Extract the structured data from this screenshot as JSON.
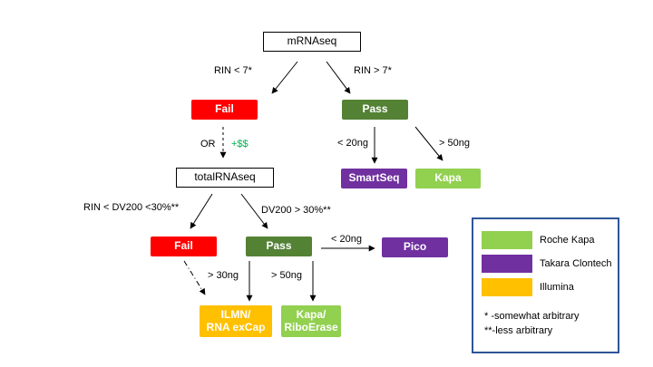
{
  "nodes": {
    "mrnaseq": "mRNAseq",
    "fail1": "Fail",
    "pass1": "Pass",
    "totalrnaseq": "totalRNAseq",
    "smartseq": "SmartSeq",
    "kapa": "Kapa",
    "fail2": "Fail",
    "pass2": "Pass",
    "pico": "Pico",
    "ilmn_line1": "ILMN/",
    "ilmn_line2": "RNA exCap",
    "kapa_ribo_line1": "Kapa/",
    "kapa_ribo_line2": "RiboErase"
  },
  "edge_labels": {
    "rin_lt7": "RIN < 7*",
    "rin_gt7": "RIN > 7*",
    "or": "OR",
    "plus_money": "+$$",
    "lt20ng_a": "< 20ng",
    "gt50ng_a": "> 50ng",
    "rin_dv200_low": "RIN < DV200 <30%**",
    "dv200_high": "DV200 > 30%**",
    "lt20ng_b": "< 20ng",
    "gt30ng": "> 30ng",
    "gt50ng_b": "> 50ng"
  },
  "legend": {
    "items": [
      "Roche Kapa",
      "Takara Clontech",
      "Illumina"
    ],
    "notes": [
      "*  -somewhat arbitrary",
      "**-less arbitrary"
    ]
  },
  "colors": {
    "fail": "#ff0000",
    "pass": "#548235",
    "takara_clontech": "#7030a0",
    "roche_kapa": "#92d050",
    "illumina": "#ffc000",
    "plus_money": "#00b050",
    "legend_border": "#2f5597"
  }
}
